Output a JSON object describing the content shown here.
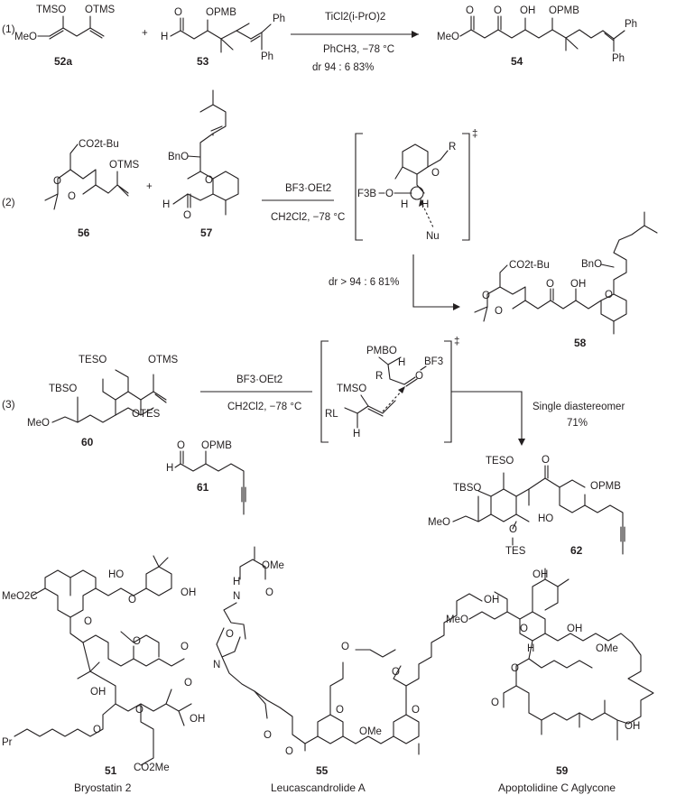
{
  "reactions": [
    {
      "number": "(1)",
      "reagents": [
        "52a",
        "53"
      ],
      "product": "54",
      "conditions": [
        "TiCl2(i-PrO)2",
        "PhCH3, −78 °C",
        "dr 94 : 6 83%"
      ],
      "labels": {
        "tms_left": "TMSO",
        "tms_right": "OTMS",
        "meo": "MeO",
        "otms53": "OPMB",
        "h53": "H",
        "ph1": "Ph",
        "ph2": "Ph",
        "p_meo": "MeO",
        "p_oh": "OH",
        "p_opmb": "OPMB",
        "p_ph1": "Ph",
        "p_ph2": "Ph"
      }
    },
    {
      "number": "(2)",
      "reagents": [
        "56",
        "57"
      ],
      "product": "58",
      "conditions": [
        "BF3·OEt2",
        "CH2Cl2, −78 °C",
        "dr > 94 : 6 81%"
      ],
      "labels": {
        "co2tbu": "CO2t-Bu",
        "otms": "OTMS",
        "bno": "BnO",
        "h57": "H",
        "ts_R": "R",
        "ts_O": "O",
        "ts_f3b": "F3B",
        "ts_O2": "O",
        "ts_H1": "H",
        "ts_H2": "H",
        "ts_nu": "Nu",
        "ts_dagger": "‡",
        "p_co2tbu": "CO2t-Bu",
        "p_bno": "BnO",
        "p_oh": "OH",
        "p_o": "O"
      }
    },
    {
      "number": "(3)",
      "reagents": [
        "60",
        "61"
      ],
      "product": "62",
      "conditions": [
        "BF3·OEt2",
        "CH2Cl2, −78 °C",
        "Single diastereomer",
        "71%"
      ],
      "labels": {
        "teso": "TESO",
        "otms": "OTMS",
        "tbso": "TBSO",
        "meo": "MeO",
        "otes": "OTES",
        "h61": "H",
        "opmb61": "OPMB",
        "ts_pmbo": "PMBO",
        "ts_tmso": "TMSO",
        "ts_R": "R",
        "ts_RL": "RL",
        "ts_H": "H",
        "ts_H2": "H",
        "ts_O": "O",
        "ts_BF3": "BF3",
        "ts_dagger": "‡",
        "p_teso": "TESO",
        "p_tbso": "TBSO",
        "p_meo": "MeO",
        "p_o": "O",
        "p_opmb": "OPMB",
        "p_ho": "HO",
        "p_otes_o": "O",
        "p_tes": "TES"
      }
    }
  ],
  "natural_products": [
    {
      "number": "51",
      "name": "Bryostatin 2",
      "labels": {
        "meo2c": "MeO2C",
        "ho1": "HO",
        "oh1": "OH",
        "oh2": "OH",
        "o1": "O",
        "o2": "O",
        "o3": "O",
        "o4": "O",
        "o5": "O",
        "pr": "Pr",
        "co2me": "CO2Me",
        "oh3": "OH",
        "o6": "O",
        "o7": "O"
      }
    },
    {
      "number": "55",
      "name": "Leucascandrolide A",
      "labels": {
        "h": "H",
        "n": "N",
        "ome": "OMe",
        "o1": "O",
        "o2": "O",
        "n2": "N",
        "o3": "O",
        "o4": "O",
        "o5": "O",
        "o6": "O",
        "ome2": "OMe",
        "o7": "O",
        "o8": "O"
      }
    },
    {
      "number": "59",
      "name": "Apoptolidine C Aglycone",
      "labels": {
        "oh1": "OH",
        "meo": "MeO",
        "oh2": "OH",
        "oh3": "OH",
        "o1": "O",
        "ome": "OMe",
        "o2": "O",
        "o3": "O",
        "oh4": "OH",
        "h": "H"
      }
    }
  ]
}
